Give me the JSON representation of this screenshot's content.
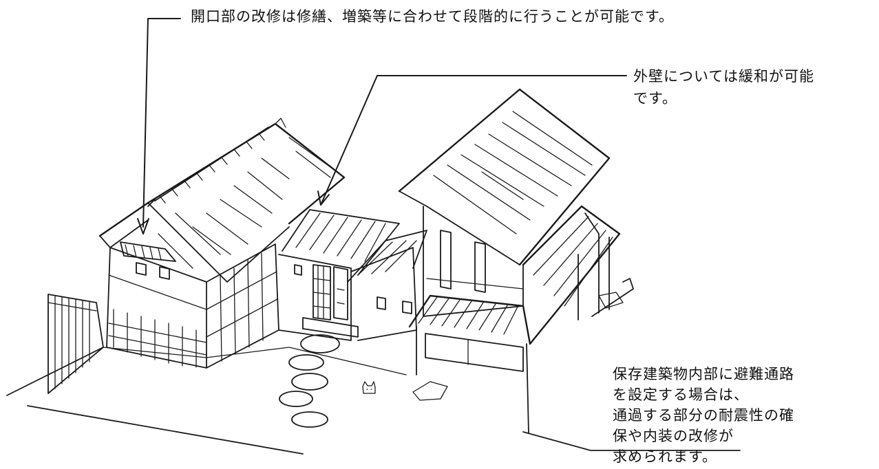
{
  "annotations": {
    "opening_note": "開口部の改修は修繕、増築等に合わせて段階的に行うことが可能です。",
    "exterior_wall_note": [
      "外壁については緩和が可能",
      "です。"
    ],
    "evacuation_route_note": [
      "保存建築物内部に避難通路",
      "を設定する場合は、",
      "通過する部分の耐震性の確",
      "保や内装の改修が",
      "求められます。"
    ]
  }
}
